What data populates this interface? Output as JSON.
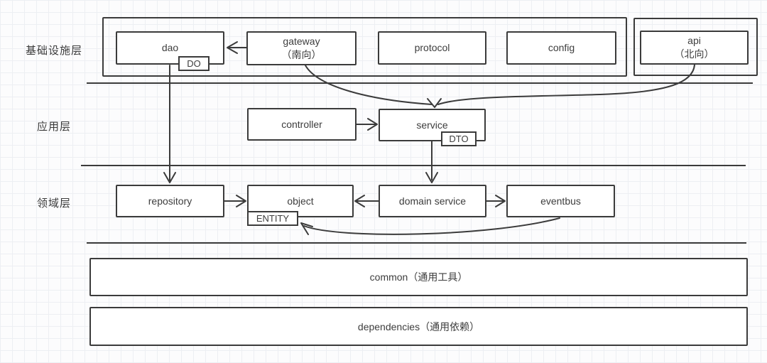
{
  "diagram": {
    "layer_labels": {
      "infrastructure": "基础设施层",
      "application": "应用层",
      "domain": "领域层"
    },
    "nodes": {
      "dao": {
        "label": "dao",
        "tag": "DO"
      },
      "gateway": {
        "label": "gateway",
        "sublabel": "（南向）"
      },
      "protocol": {
        "label": "protocol"
      },
      "config": {
        "label": "config"
      },
      "api": {
        "label": "api",
        "sublabel": "（北向）"
      },
      "controller": {
        "label": "controller"
      },
      "service": {
        "label": "service",
        "tag": "DTO"
      },
      "repository": {
        "label": "repository"
      },
      "object": {
        "label": "object",
        "tag": "ENTITY"
      },
      "domain_service": {
        "label": "domain service"
      },
      "eventbus": {
        "label": "eventbus"
      }
    },
    "bars": {
      "common": {
        "label": "common（通用工具）"
      },
      "dependencies": {
        "label": "dependencies（通用依赖）"
      }
    },
    "colors": {
      "stroke": "#3b3b3b",
      "text": "#3d3d3d",
      "box_background": "#ffffff",
      "grid_line": "#edeff3",
      "page_background": "#fcfcfd"
    }
  }
}
